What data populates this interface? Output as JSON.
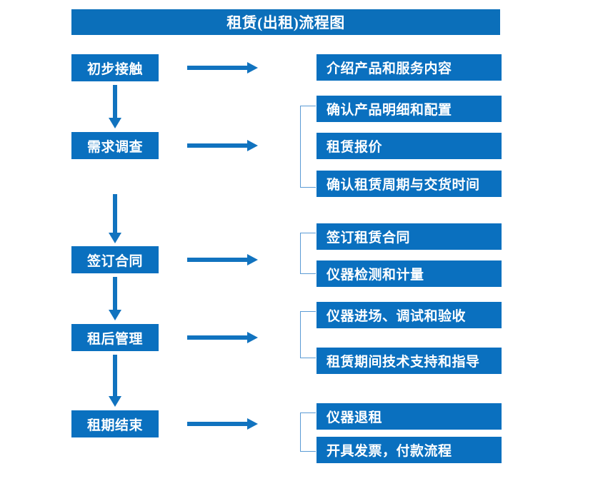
{
  "diagram": {
    "title": "租赁(出租)流程图",
    "colors": {
      "box_fill": "#0a70bf",
      "title_fill": "#0b6fba",
      "arrow": "#1173bf",
      "bracket": "#5b9bd5",
      "text": "#ffffff",
      "background": "#ffffff"
    },
    "stages": [
      {
        "label": "初步接触"
      },
      {
        "label": "需求调查"
      },
      {
        "label": "签订合同"
      },
      {
        "label": "租后管理"
      },
      {
        "label": "租期结束"
      }
    ],
    "details": [
      {
        "label": "介绍产品和服务内容"
      },
      {
        "label": "确认产品明细和配置"
      },
      {
        "label": "租赁报价"
      },
      {
        "label": "确认租赁周期与交货时间"
      },
      {
        "label": "签订租赁合同"
      },
      {
        "label": "仪器检测和计量"
      },
      {
        "label": "仪器进场、调试和验收"
      },
      {
        "label": "租赁期间技术支持和指导"
      },
      {
        "label": "仪器退租"
      },
      {
        "label": "开具发票，付款流程"
      }
    ],
    "groups": [
      {
        "name": "需求调查-group",
        "details": [
          "确认产品明细和配置",
          "租赁报价",
          "确认租赁周期与交货时间"
        ]
      },
      {
        "name": "签订合同-group",
        "details": [
          "签订租赁合同",
          "仪器检测和计量"
        ]
      },
      {
        "name": "租后管理-group",
        "details": [
          "仪器进场、调试和验收",
          "租赁期间技术支持和指导"
        ]
      },
      {
        "name": "租期结束-group",
        "details": [
          "仪器退租",
          "开具发票，付款流程"
        ]
      }
    ],
    "flow_arrows": {
      "horizontal_count": 5,
      "vertical_count": 4,
      "direction_horizontal": "right",
      "direction_vertical": "down"
    }
  }
}
